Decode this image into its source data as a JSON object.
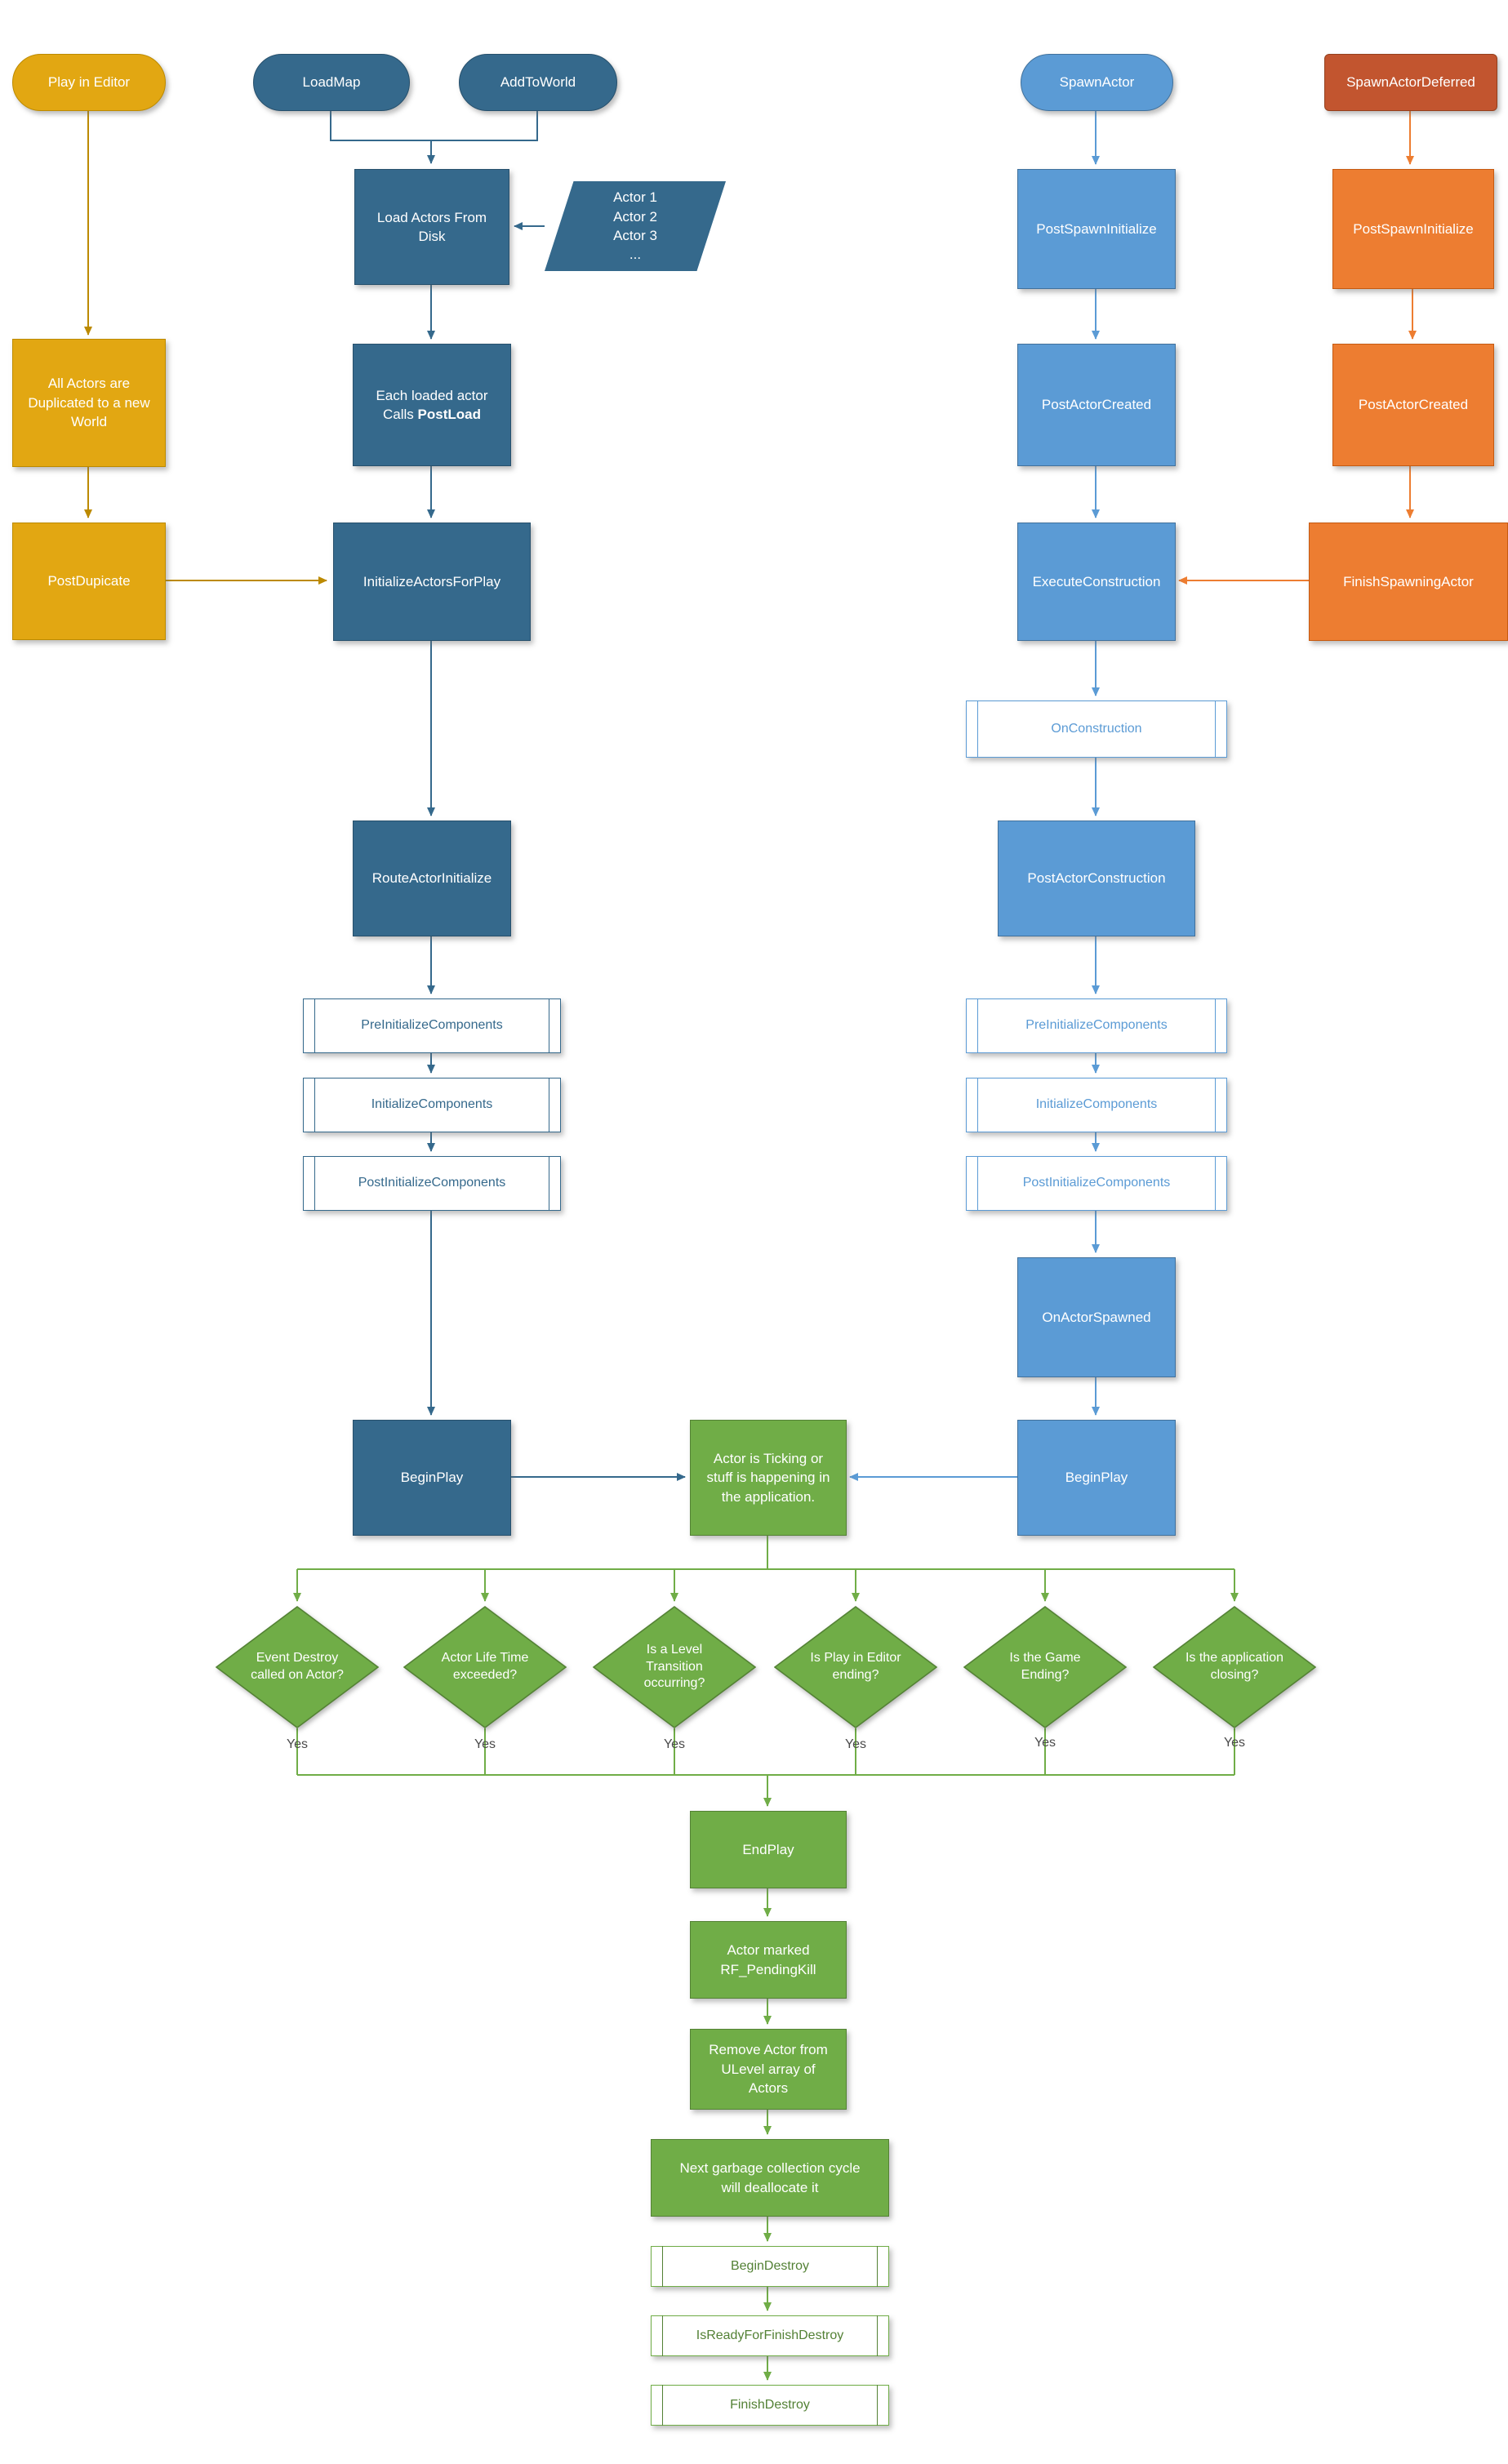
{
  "diagram": {
    "nodes": {
      "play_in_editor": "Play in Editor",
      "load_map": "LoadMap",
      "add_to_world": "AddToWorld",
      "spawn_actor": "SpawnActor",
      "spawn_actor_deferred": "SpawnActorDeferred",
      "load_actors_from_disk": "Load Actors From\nDisk",
      "actor_list": "Actor 1\nActor 2\nActor 3\n...",
      "each_loaded_actor_line1": "Each loaded actor",
      "each_loaded_actor_line2_prefix": "Calls ",
      "each_loaded_actor_line2_bold": "PostLoad",
      "all_actors_duplicated": "All Actors are\nDuplicated to a new\nWorld",
      "post_dupicate": "PostDupicate",
      "initialize_actors_for_play": "InitializeActorsForPlay",
      "route_actor_initialize": "RouteActorInitialize",
      "pre_initialize_components": "PreInitializeComponents",
      "initialize_components": "InitializeComponents",
      "post_initialize_components": "PostInitializeComponents",
      "begin_play": "BeginPlay",
      "post_spawn_initialize": "PostSpawnInitialize",
      "post_actor_created": "PostActorCreated",
      "execute_construction": "ExecuteConstruction",
      "on_construction": "OnConstruction",
      "post_actor_construction": "PostActorConstruction",
      "on_actor_spawned": "OnActorSpawned",
      "finish_spawning_actor": "FinishSpawningActor",
      "actor_ticking": "Actor is Ticking or\nstuff is happening in\nthe application.",
      "end_play": "EndPlay",
      "actor_marked_pending_kill": "Actor marked\nRF_PendingKill",
      "remove_actor": "Remove Actor from\nULevel array of\nActors",
      "next_garbage": "Next garbage collection cycle\nwill deallocate it",
      "begin_destroy": "BeginDestroy",
      "is_ready_for_finish_destroy": "IsReadyForFinishDestroy",
      "finish_destroy": "FinishDestroy"
    },
    "decisions": [
      "Event Destroy\ncalled on Actor?",
      "Actor Life Time\nexceeded?",
      "Is a Level\nTransition\noccurring?",
      "Is Play in Editor\nending?",
      "Is the Game\nEnding?",
      "Is the application\nclosing?"
    ],
    "labels": {
      "yes": "Yes"
    },
    "colors": {
      "gold": "#E2A712",
      "gold_border": "#BC8A00",
      "dark_blue": "#35698C",
      "dark_blue_border": "#27506C",
      "blue": "#5B9BD5",
      "blue_border": "#41719C",
      "orange": "#ED7D31",
      "orange_border": "#C55A11",
      "orange_deep": "#C2552F",
      "green": "#70AD47",
      "green_border": "#548235"
    }
  }
}
